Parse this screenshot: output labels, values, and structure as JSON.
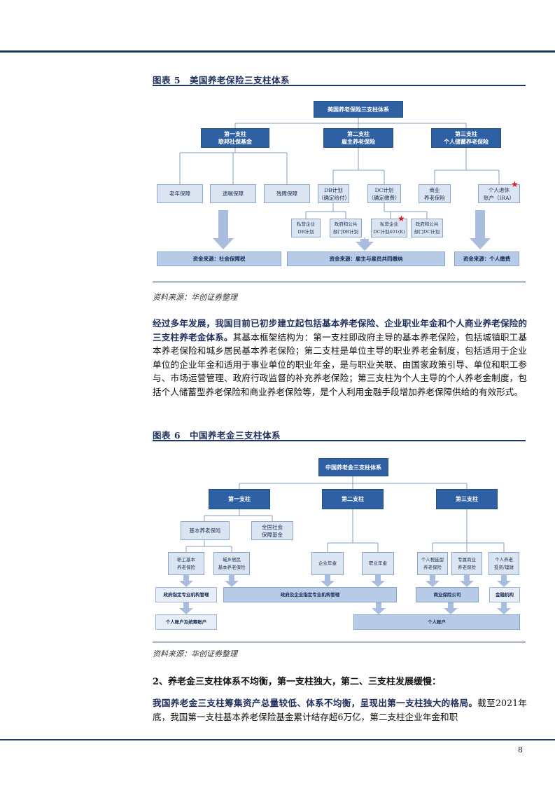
{
  "page_number": "8",
  "figure5": {
    "title": "图表 5　美国养老保险三支柱体系",
    "root": "美国养老保险三支柱体系",
    "pillars": [
      "第一支柱\n联邦社保基金",
      "第二支柱\n雇主养老保险",
      "第三支柱\n个人储蓄养老保险"
    ],
    "p1_items": [
      "老年保障",
      "遗嘱保障",
      "残障保障"
    ],
    "p2_items": [
      "DB计划\n（确定给付）",
      "DC计划\n（确定缴费）"
    ],
    "p3_items": [
      "商业\n养老保险",
      "个人退休\n账户（IRA）"
    ],
    "db_sub": [
      "私营企业\nDB计划",
      "政府和公共\n部门DB计划"
    ],
    "dc_sub": [
      "私营企业\nDC计划401(K)",
      "政府和公共\n部门DC计划"
    ],
    "funding": [
      "资金来源：社会保障税",
      "资金来源：雇主与雇员共同缴纳",
      "资金来源：个人缴费"
    ],
    "source": "资料来源：华创证券整理"
  },
  "paragraph1": {
    "bold": "经过多年发展，我国目前已初步建立起包括基本养老保险、企业职业年金和个人商业养老保险的三支柱养老金体系。",
    "text": "其基本框架结构为：第一支柱即政府主导的基本养老保险，包括城镇职工基本养老保险和城乡居民基本养老保险；第二支柱是单位主导的职业养老金制度，包括适用于企业单位的企业年金和适用于事业单位的职业年金，是与职业关联、由国家政策引导、单位和职工参与、市场运营管理、政府行政监督的补充养老保险；第三支柱为个人主导的个人养老金制度，包括个人储蓄型养老保险和商业养老保险等，是个人利用金融手段增加养老保障供给的有效形式。"
  },
  "figure6": {
    "title": "图表 6　中国养老金三支柱体系",
    "root": "中国养老金三支柱体系",
    "pillars": [
      "第一支柱",
      "第二支柱",
      "第三支柱"
    ],
    "p1_mid": [
      "基本养老保险",
      "全国社会\n保障基金"
    ],
    "p1_low": [
      "职工基本\n养老保险",
      "城乡居民\n基本养老保险"
    ],
    "p2_low": [
      "企业年金",
      "职业年金"
    ],
    "p3_low": [
      "个人税延型\n养老保险",
      "专属商业\n养老保险",
      "个人养老\n投资/理财"
    ],
    "mgmt": [
      "政府指定专业机构管理",
      "政府及企业指定专业机构管理",
      "商业保险公司",
      "金融机构"
    ],
    "accounts": [
      "个人账户及统筹账户",
      "个人账户"
    ],
    "source": "资料来源：华创证券整理"
  },
  "section2": {
    "heading": "2、养老金三支柱体系不均衡，第一支柱独大，第二、三支柱发展缓慢：",
    "bold": "我国养老金三支柱筹集资产总量较低、体系不均衡，呈现出第一支柱独大的格局。",
    "text": "截至2021年底，我国第一支柱基本养老保险基金累计结存超6万亿，第二支柱企业年金和职"
  }
}
